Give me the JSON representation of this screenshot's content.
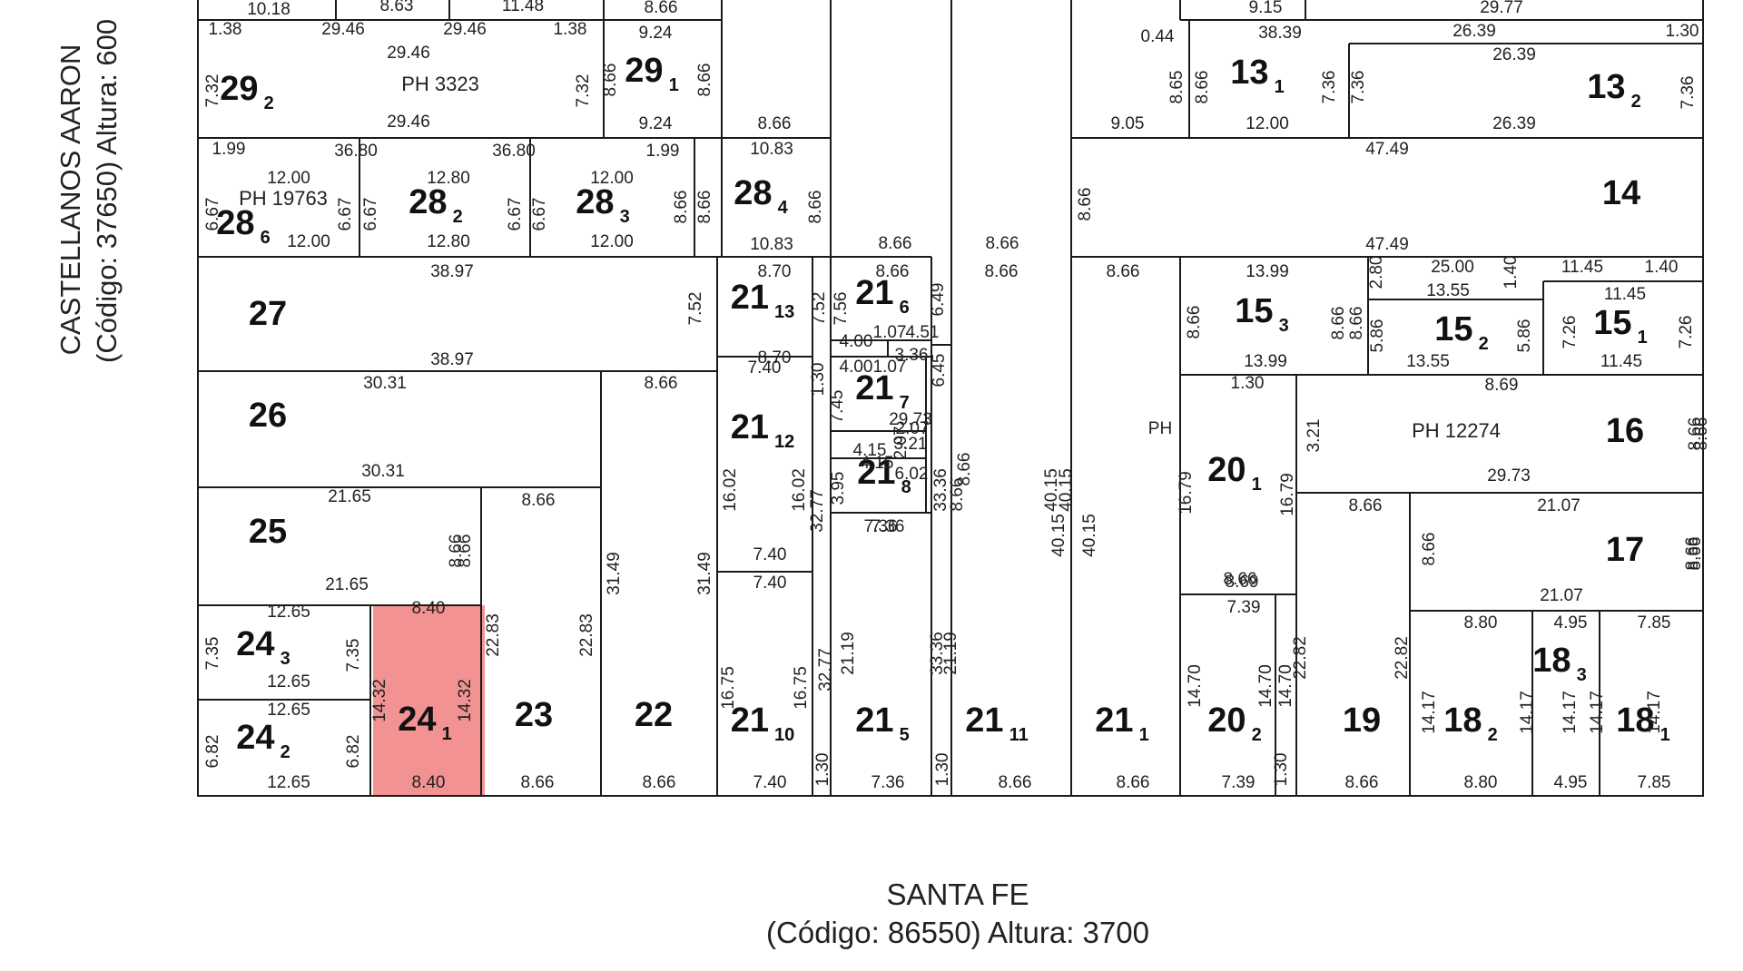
{
  "streets": {
    "left": {
      "name": "CASTELLANOS AARON",
      "info": "(Código: 37650) Altura: 600"
    },
    "bottom": {
      "name": "SANTA FE",
      "info": "(Código: 86550) Altura: 3700"
    }
  },
  "colors": {
    "line": "#1a1a1a",
    "text": "#111111",
    "highlight": "#f07f7f"
  },
  "highlighted_lot": "24 1",
  "lots": [
    {
      "main": "29",
      "sub": "2"
    },
    {
      "main": "29",
      "sub": "1"
    },
    {
      "main": "28",
      "sub": "6"
    },
    {
      "main": "28",
      "sub": "2"
    },
    {
      "main": "28",
      "sub": "3"
    },
    {
      "main": "28",
      "sub": "4"
    },
    {
      "main": "27",
      "sub": ""
    },
    {
      "main": "26",
      "sub": ""
    },
    {
      "main": "25",
      "sub": ""
    },
    {
      "main": "24",
      "sub": "3"
    },
    {
      "main": "24",
      "sub": "2"
    },
    {
      "main": "24",
      "sub": "1"
    },
    {
      "main": "23",
      "sub": ""
    },
    {
      "main": "22",
      "sub": ""
    },
    {
      "main": "21",
      "sub": "13"
    },
    {
      "main": "21",
      "sub": "6"
    },
    {
      "main": "21",
      "sub": "7"
    },
    {
      "main": "21",
      "sub": "8"
    },
    {
      "main": "21",
      "sub": "12"
    },
    {
      "main": "21",
      "sub": "10"
    },
    {
      "main": "21",
      "sub": "5"
    },
    {
      "main": "21",
      "sub": "11"
    },
    {
      "main": "21",
      "sub": "1"
    },
    {
      "main": "20",
      "sub": "1"
    },
    {
      "main": "20",
      "sub": "2"
    },
    {
      "main": "19",
      "sub": ""
    },
    {
      "main": "18",
      "sub": "2"
    },
    {
      "main": "18",
      "sub": "3"
    },
    {
      "main": "18",
      "sub": "1"
    },
    {
      "main": "17",
      "sub": ""
    },
    {
      "main": "16",
      "sub": ""
    },
    {
      "main": "15",
      "sub": "3"
    },
    {
      "main": "15",
      "sub": "2"
    },
    {
      "main": "15",
      "sub": "1"
    },
    {
      "main": "14",
      "sub": ""
    },
    {
      "main": "13",
      "sub": "1"
    },
    {
      "main": "13",
      "sub": "2"
    }
  ],
  "ph_labels": [
    "PH 3323",
    "PH 19763",
    "PH 12274"
  ],
  "measures": [
    "10.18",
    "8.63",
    "11.48",
    "8.66",
    "9.15",
    "29.77",
    "1.38",
    "29.46",
    "29.46",
    "1.38",
    "9.24",
    "0.44",
    "38.39",
    "26.39",
    "1.30",
    "29.46",
    "26.39",
    "7.32",
    "7.32",
    "8.66",
    "8.66",
    "8.65",
    "8.66",
    "7.36",
    "7.36",
    "7.36",
    "29.46",
    "9.24",
    "8.66",
    "9.05",
    "12.00",
    "26.39",
    "1.99",
    "36.80",
    "36.80",
    "1.99",
    "10.83",
    "47.49",
    "12.00",
    "12.80",
    "12.00",
    "6.67",
    "6.67",
    "6.67",
    "6.67",
    "6.67",
    "8.66",
    "8.66",
    "8.66",
    "8.66",
    "12.00",
    "12.80",
    "12.00",
    "10.83",
    "8.66",
    "8.66",
    "47.49",
    "38.97",
    "8.70",
    "8.66",
    "8.66",
    "8.66",
    "13.99",
    "2.80",
    "25.00",
    "1.40",
    "11.45",
    "1.40",
    "13.55",
    "11.45",
    "8.66",
    "7.52",
    "7.52",
    "7.56",
    "6.49",
    "8.66",
    "8.66",
    "5.86",
    "5.86",
    "7.26",
    "7.26",
    "4.00",
    "1.07",
    "4.51",
    "13.55",
    "11.45",
    "38.97",
    "8.70",
    "13.99",
    "3.36",
    "4.00",
    "1.07",
    "30.31",
    "8.66",
    "7.40",
    "1.30",
    "7.45",
    "6.45",
    "1.30",
    "8.69",
    "29.73",
    "3.21",
    "8.66",
    "8.66",
    "8.66",
    "8.66",
    "PH",
    "2.07",
    "2.07",
    "3.21",
    "4.15",
    "4.15",
    "30.31",
    "6.02",
    "3.95",
    "33.36",
    "40.15",
    "40.15",
    "29.73",
    "7.36",
    "16.02",
    "16.02",
    "32.77",
    "16.79",
    "16.79",
    "21.65",
    "8.66",
    "7.36",
    "8.66",
    "21.07",
    "8.66",
    "8.66",
    "8.66",
    "8.66",
    "8.66",
    "40.15",
    "40.15",
    "31.49",
    "31.49",
    "7.40",
    "8.66",
    "21.65",
    "7.40",
    "8.69",
    "12.65",
    "8.40",
    "22.83",
    "22.83",
    "7.39",
    "21.07",
    "7.35",
    "7.35",
    "8.80",
    "4.95",
    "7.85",
    "22.82",
    "22.82",
    "12.65",
    "14.32",
    "14.32",
    "16.75",
    "16.75",
    "32.77",
    "21.19",
    "21.19",
    "33.36",
    "14.70",
    "14.70",
    "14.70",
    "12.65",
    "14.17",
    "14.17",
    "14.17",
    "14.17",
    "14.17",
    "6.82",
    "6.82",
    "1.30",
    "1.30",
    "1.30",
    "12.65",
    "8.40",
    "8.66",
    "8.66",
    "7.40",
    "7.36",
    "8.66",
    "8.66",
    "7.39",
    "8.66",
    "8.80",
    "4.95",
    "7.85"
  ]
}
